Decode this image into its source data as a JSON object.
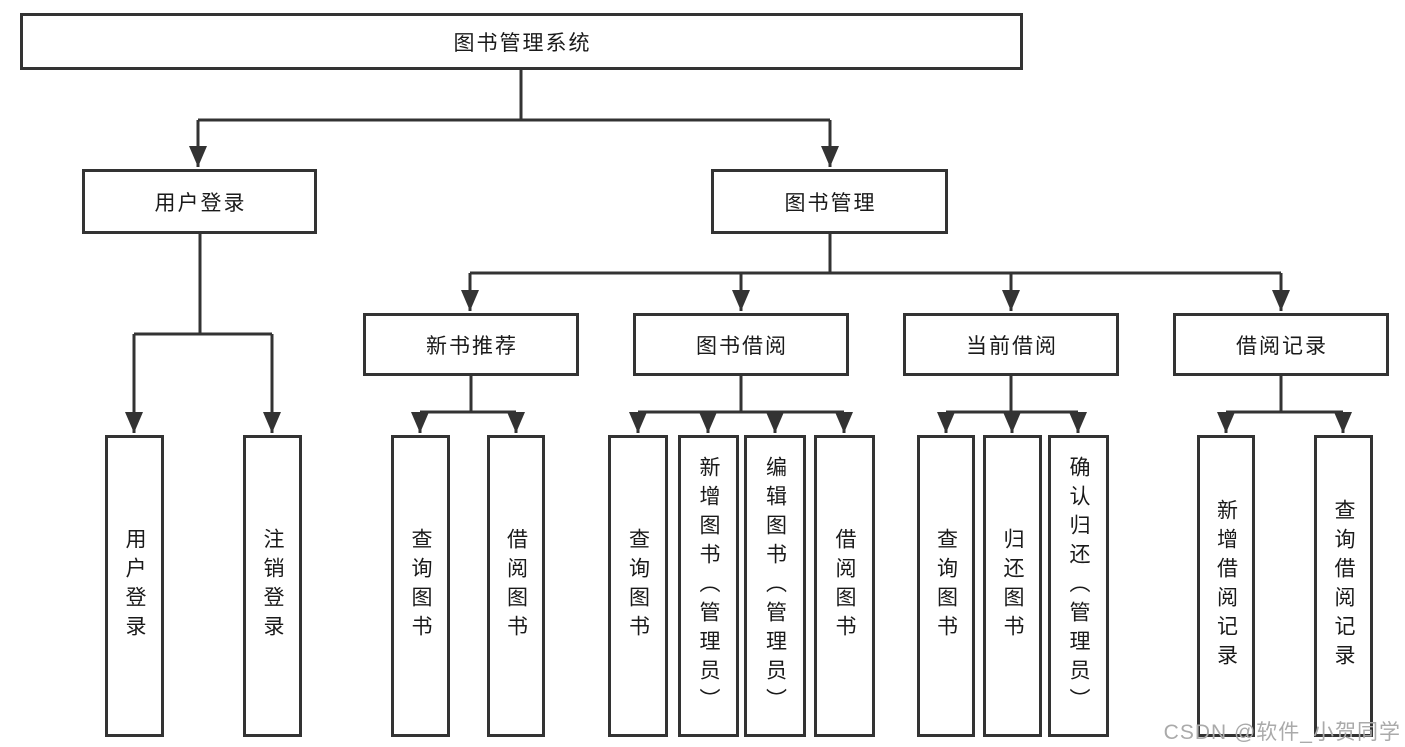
{
  "diagram": {
    "title_node": {
      "label": "图书管理系统"
    },
    "level2": [
      {
        "id": "user-login",
        "label": "用户登录"
      },
      {
        "id": "book-management",
        "label": "图书管理"
      }
    ],
    "level3": [
      {
        "id": "new-book-recommend",
        "parent": "book-management",
        "label": "新书推荐"
      },
      {
        "id": "book-borrow",
        "parent": "book-management",
        "label": "图书借阅"
      },
      {
        "id": "current-borrow",
        "parent": "book-management",
        "label": "当前借阅"
      },
      {
        "id": "borrow-records",
        "parent": "book-management",
        "label": "借阅记录"
      }
    ],
    "leaves": [
      {
        "parent": "user-login",
        "label": "用户登录"
      },
      {
        "parent": "user-login",
        "label": "注销登录"
      },
      {
        "parent": "new-book-recommend",
        "label": "查询图书"
      },
      {
        "parent": "new-book-recommend",
        "label": "借阅图书"
      },
      {
        "parent": "book-borrow",
        "label": "查询图书"
      },
      {
        "parent": "book-borrow",
        "label": "新增图书（管理员）"
      },
      {
        "parent": "book-borrow",
        "label": "编辑图书（管理员）"
      },
      {
        "parent": "book-borrow",
        "label": "借阅图书"
      },
      {
        "parent": "current-borrow",
        "label": "查询图书"
      },
      {
        "parent": "current-borrow",
        "label": "归还图书"
      },
      {
        "parent": "current-borrow",
        "label": "确认归还（管理员）"
      },
      {
        "parent": "borrow-records",
        "label": "新增借阅记录"
      },
      {
        "parent": "borrow-records",
        "label": "查询借阅记录"
      }
    ],
    "colors": {
      "line": "#333333",
      "box_border": "#333333",
      "box_fill": "#ffffff",
      "text": "#1a1a1a",
      "watermark": "#aaaaaa"
    }
  },
  "watermark": {
    "text": "CSDN @软件_小贺同学"
  }
}
